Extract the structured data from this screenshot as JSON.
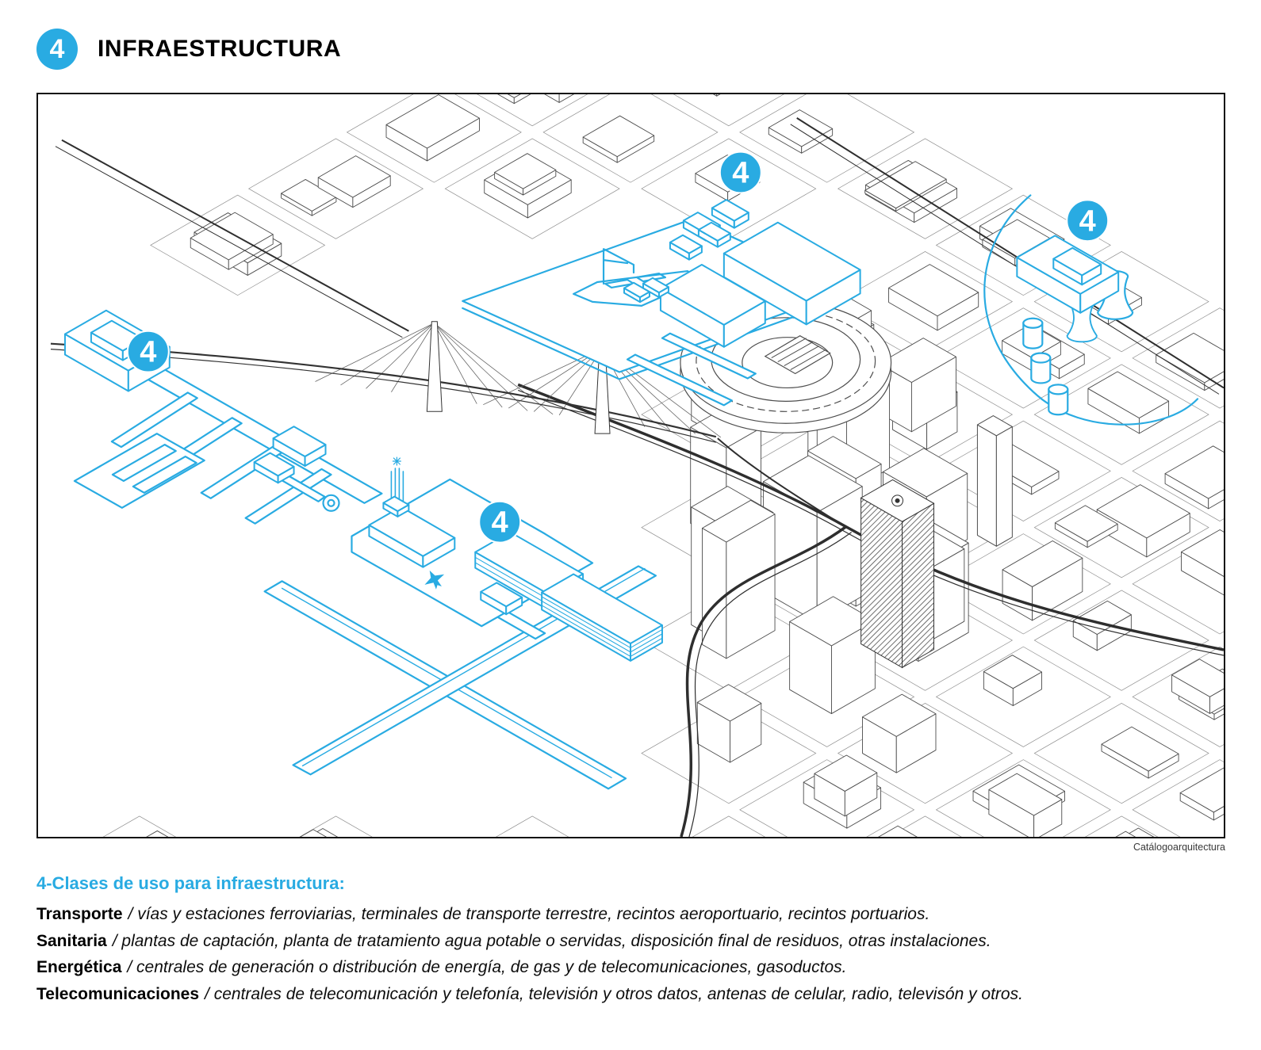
{
  "header": {
    "badge": "4",
    "title": "INFRAESTRUCTURA"
  },
  "map": {
    "credit": "Catálogoarquitectura",
    "markers": [
      {
        "id": "port-terminal",
        "label": "4"
      },
      {
        "id": "energy-plant",
        "label": "4"
      },
      {
        "id": "harbor-piers",
        "label": "4"
      },
      {
        "id": "airport",
        "label": "4"
      }
    ]
  },
  "legend": {
    "title": "4-Clases de uso para infraestructura:",
    "items": [
      {
        "term": "Transporte",
        "description": "/ vías y estaciones ferroviarias, terminales de transporte terrestre, recintos aeroportuario, recintos portuarios."
      },
      {
        "term": "Sanitaria",
        "description": "/ plantas de captación, planta de tratamiento agua potable o servidas, disposición final de residuos, otras instalaciones."
      },
      {
        "term": "Energética",
        "description": "/ centrales de generación o distribución de energía, de gas y de telecomunicaciones, gasoductos."
      },
      {
        "term": "Telecomunicaciones",
        "description": "/ centrales de telecomunicación y telefonía, televisión y otros datos, antenas de celular, radio, televisón y otros."
      }
    ]
  },
  "colors": {
    "accent": "#29abe2",
    "ink": "#000000",
    "line_gray": "#4d4d4d"
  }
}
